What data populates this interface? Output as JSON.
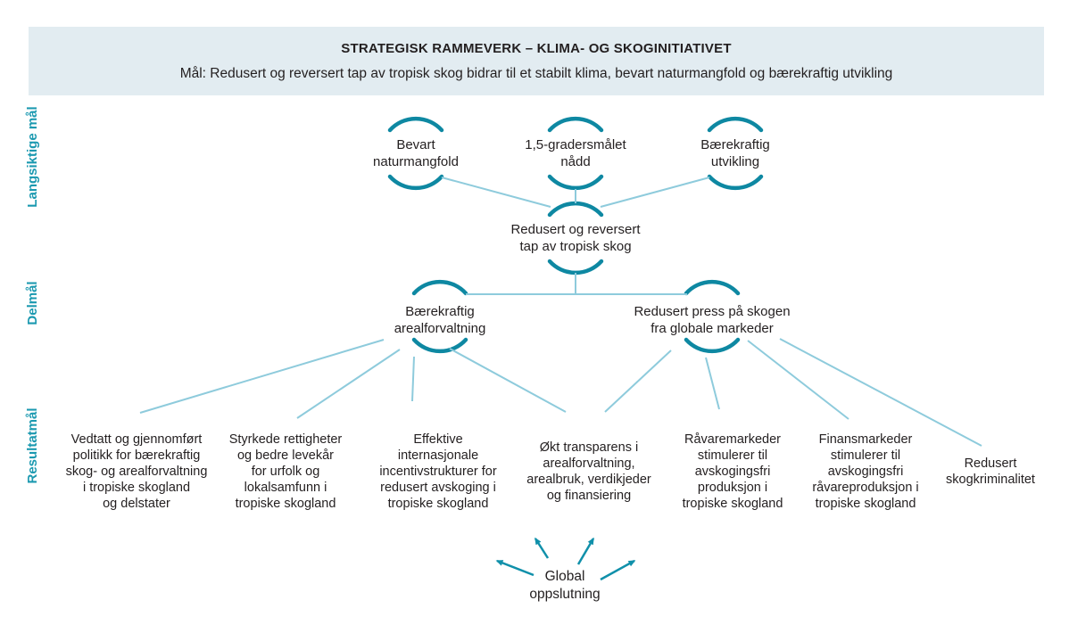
{
  "header": {
    "title": "STRATEGISK RAMMEVERK  – KLIMA- OG SKOGINITIATIVET",
    "subtitle": "Mål: Redusert og reversert tap av tropisk skog bidrar til et stabilt klima, bevart naturmangfold og bærekraftig utvikling"
  },
  "row_labels": [
    {
      "label": "Langsiktige mål"
    },
    {
      "label": "Delmål"
    },
    {
      "label": "Resultatmål"
    }
  ],
  "long_term_goals": [
    {
      "label": "Bevart\nnaturmangfold"
    },
    {
      "label": "1,5-gradersmålet\nnådd"
    },
    {
      "label": "Bærekraftig\nutvikling"
    }
  ],
  "main_goal": {
    "label": "Redusert og reversert\ntap av tropisk skog"
  },
  "sub_goals": [
    {
      "label": "Bærekraftig\narealforvaltning"
    },
    {
      "label": "Redusert press på skogen\nfra globale markeder"
    }
  ],
  "result_goals": [
    {
      "label": "Vedtatt og gjennomført\npolitikk for bærekraftig\nskog- og arealforvaltning\ni tropiske skogland\nog delstater"
    },
    {
      "label": "Styrkede rettigheter\nog bedre levekår\nfor urfolk og\nlokalsamfunn i\ntropiske skogland"
    },
    {
      "label": "Effektive\ninternasjonale\nincentivstrukturer for\nredusert avskoging i\ntropiske skogland"
    },
    {
      "label": "Økt transparens i\narealforvaltning,\narealbruk, verdikjeder\nog finansiering"
    },
    {
      "label": "Råvaremarkeder\nstimulerer til\navskogingsfri\nproduksjon i\ntropiske skogland"
    },
    {
      "label": "Finansmarkeder\nstimulerer til\navskogingsfri\nråvareproduksjon i\ntropiske skogland"
    },
    {
      "label": "Redusert\nskogkriminalitet"
    }
  ],
  "support": {
    "label": "Global\noppslutning"
  },
  "colors": {
    "node_arc_teal": "#0e88a2",
    "row_label_teal": "#1b99b0",
    "connector_blue": "#8ecbdc",
    "arrow_teal": "#1090aa",
    "header_background": "#e2ecf1",
    "text": "#231f20"
  }
}
